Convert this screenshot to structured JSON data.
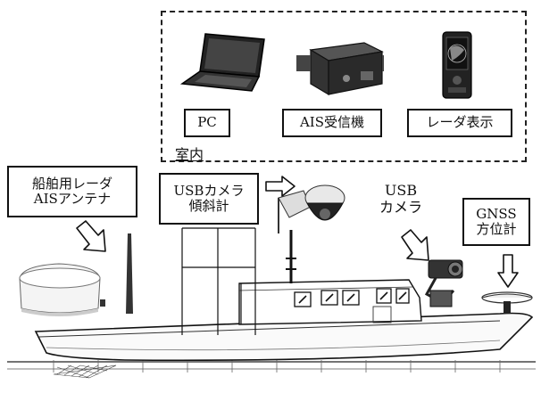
{
  "indoor": {
    "area_label": "室内",
    "devices": [
      {
        "label": "PC",
        "icon": "laptop-icon"
      },
      {
        "label": "AIS受信機",
        "icon": "ais-receiver-icon"
      },
      {
        "label": "レーダ表示",
        "icon": "radar-display-icon"
      }
    ]
  },
  "onboard": {
    "radar_antenna": {
      "line1": "船舶用レーダ",
      "line2": "AISアンテナ"
    },
    "usb_camera_inclinometer": {
      "line1": "USBカメラ",
      "line2": "傾斜計"
    },
    "usb_camera": {
      "line1": "USB",
      "line2": "カメラ"
    },
    "gnss_compass": {
      "line1": "GNSS",
      "line2": "方位計"
    }
  }
}
